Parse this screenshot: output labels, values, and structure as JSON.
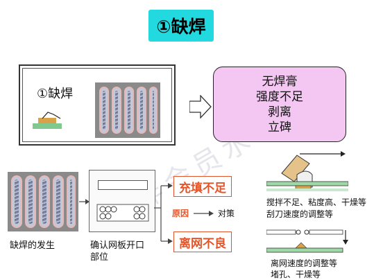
{
  "title": "①缺焊",
  "panel_a": {
    "label": "①缺焊"
  },
  "causes": [
    "无焊膏",
    "强度不足",
    "剥离",
    "立碑"
  ],
  "flow": {
    "occurrence_label": "缺焊的发生",
    "confirm_label_line1": "确认网板开口",
    "confirm_label_line2": "部位",
    "result_fill": "充填不足",
    "result_separation": "离网不良",
    "cause_label": "原因",
    "countermeasure_label": "对策"
  },
  "notes": {
    "squeegee_line1": "搅拌不足、粘度高、干燥等",
    "squeegee_line2": "刮刀速度的调整等",
    "separation_line1": "离网速度的调整等",
    "separation_line2": "堵孔、干燥等"
  },
  "watermark": "非会员水印",
  "colors": {
    "title_bg": "#22d9e0",
    "causes_bg": "#f4c7f3",
    "accent_red": "#e2552a",
    "pad_green": "#7fc98e",
    "solder_gold": "#d9a14a"
  }
}
